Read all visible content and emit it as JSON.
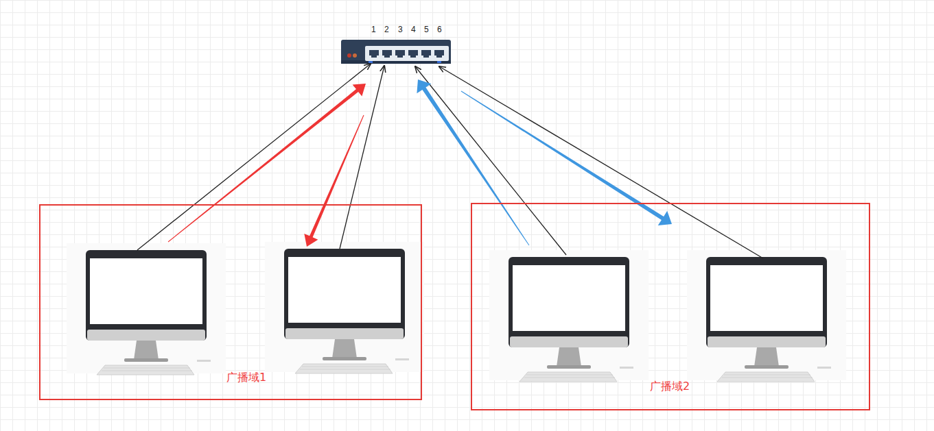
{
  "diagram": {
    "nodes": [
      {
        "text": [
          "广播域1"
        ]
      },
      {
        "text": [
          "广播域2"
        ]
      }
    ],
    "labels": [
      "1",
      "2",
      "3",
      "4",
      "5",
      "6"
    ]
  }
}
